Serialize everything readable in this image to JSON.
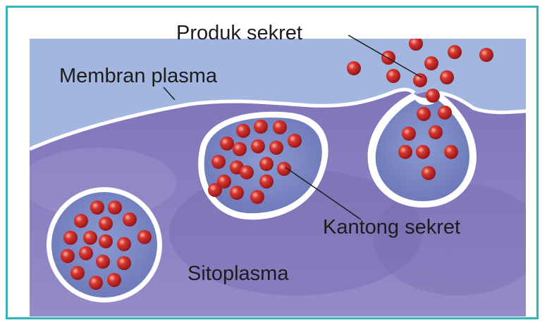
{
  "labels": {
    "produk_sekret": "Produk sekret",
    "membran_plasma": "Membran plasma",
    "kantong_sekret": "Kantong sekret",
    "sitoplasma": "Sitoplasma"
  },
  "colors": {
    "frame_border": "#35b3b8",
    "extracellular": "#9cb3de",
    "cytoplasm": "#8a80c0",
    "cytoplasm_dark": "#6d64a8",
    "membrane": "#ffffff",
    "vesicle_interior": "#7a8cc6",
    "granule": "#c8262b",
    "granule_highlight": "#f0a8a0"
  }
}
